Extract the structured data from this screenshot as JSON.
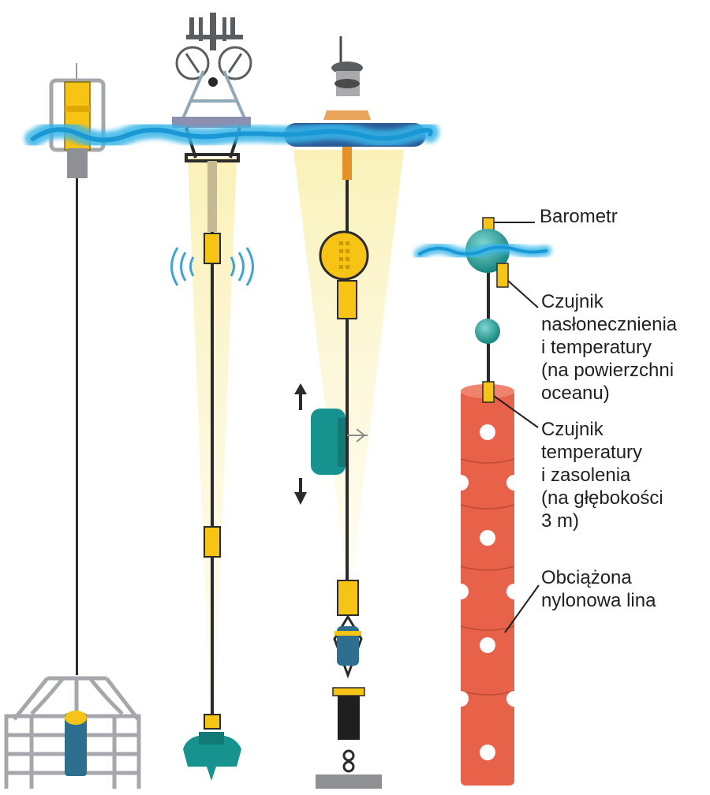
{
  "labels": {
    "barometer": "Barometr",
    "solar_temp_sensor": "Czujnik\nnasłonecznienia\ni temperatury\n(na powierzchni\noceanu)",
    "temp_salinity_sensor": "Czujnik\ntemperatury\ni zasolenia\n(na głębokości\n3 m)",
    "weighted_rope": "Obciążona\nnylonowa lina"
  },
  "colors": {
    "water_wave": "#38b6e8",
    "sensor_yellow": "#f7c315",
    "cable": "#2b2b2b",
    "frame_grey": "#a5a7aa",
    "teal": "#16938f",
    "rope_red": "#e8624a",
    "light_cone": "#fbf3c2"
  }
}
